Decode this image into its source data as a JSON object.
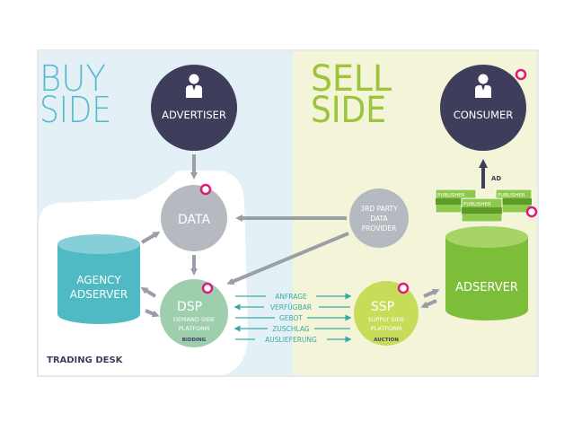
{
  "buy_side": {
    "line1": "BUY",
    "line2": "SIDE"
  },
  "sell_side": {
    "line1": "SELL",
    "line2": "SIDE"
  },
  "advertiser": "ADVERTISER",
  "consumer": "CONSUMER",
  "data": "DATA",
  "third_party": {
    "line1": "3RD PARTY",
    "line2": "DATA",
    "line3": "PROVIDER"
  },
  "agency_adserver": {
    "line1": "AGENCY",
    "line2": "ADSERVER"
  },
  "adserver": "ADSERVER",
  "dsp": {
    "title": "DSP",
    "line1": "DEMAND SIDE",
    "line2": "PLATFORM",
    "tag": "BIDDING"
  },
  "ssp": {
    "title": "SSP",
    "line1": "SUPPLY SIDE",
    "line2": "PLATFORM",
    "tag": "AUCTION"
  },
  "flows": [
    "ANFRAGE",
    "VERFÜGBAR",
    "GEBOT",
    "ZUSCHLAG",
    "AUSLIEFERUNG"
  ],
  "ad_label": "AD",
  "publisher_labels": [
    "PUBLISHER",
    "PUBLISHER",
    "PUBLISHER"
  ],
  "trading_desk": "TRADING DESK",
  "colors": {
    "buy_bg": "#e3f1f7",
    "sell_bg": "#f3f4d8",
    "navy": "#3f3d5c",
    "grey": "#b5b9c0",
    "teal": "#4fb9c4",
    "green": "#7cbd3a",
    "light_green": "#c7dd5a",
    "mint": "#9dcfaf",
    "accent": "#e0197d"
  }
}
